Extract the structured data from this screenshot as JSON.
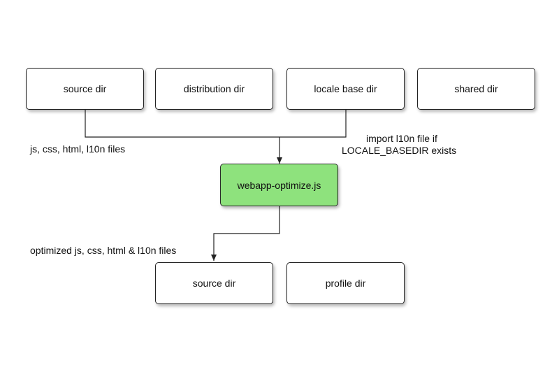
{
  "top_row": {
    "source": "source dir",
    "distribution": "distribution dir",
    "locale_base": "locale base dir",
    "shared": "shared dir"
  },
  "center": {
    "optimizer": "webapp-optimize.js"
  },
  "bottom_row": {
    "source": "source dir",
    "profile": "profile dir"
  },
  "edge_labels": {
    "inputs": "js, css, html, l10n files",
    "import_line1": "import l10n file if",
    "import_line2": "LOCALE_BASEDIR exists",
    "outputs": "optimized js, css, html & l10n files"
  },
  "colors": {
    "optimizer_fill": "#8ee27d",
    "stroke": "#222222"
  }
}
